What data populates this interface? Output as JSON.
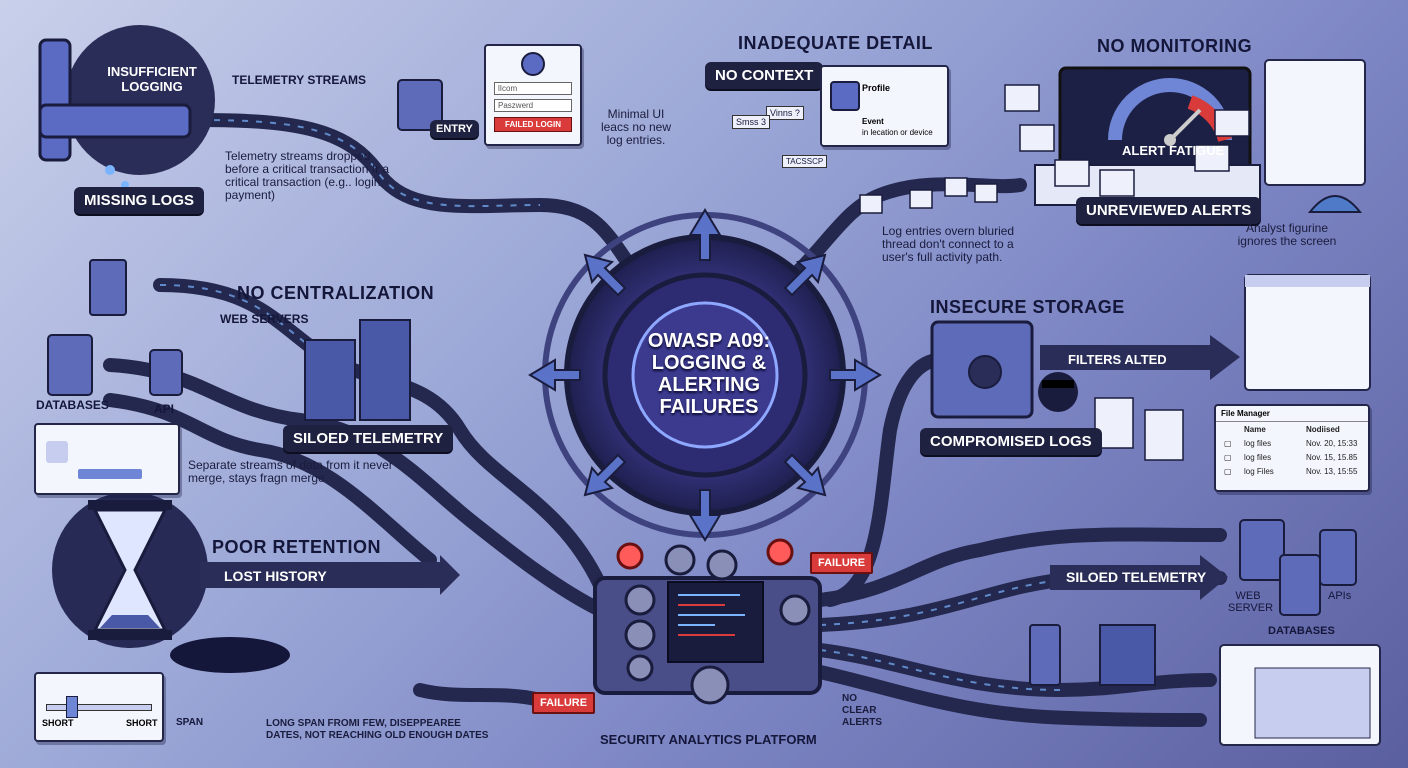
{
  "center": {
    "title": "OWASP A09: LOGGING & ALERTING FAILURES"
  },
  "insufficient": {
    "badge": "INSUFFICIENT LOGGING",
    "streams_label": "TELEMETRY STREAMS",
    "entry_label": "ENTRY",
    "login": {
      "field1": "lIcom",
      "field2": "Paszwerd",
      "button": "FAILED LOGIN"
    },
    "minimal_note": "Minimal UI leacs no new log entries.",
    "dropped_note": "Telemetry streams dropped before a critical transaction fr a critical transaction (e.g.. login, payment)",
    "missing": "MISSING LOGS"
  },
  "detail": {
    "heading": "INADEQUATE DETAIL",
    "context": "NO CONTEXT",
    "profile": "Profile",
    "event": "Event",
    "event_sub": "in lecation or device",
    "bubbles": [
      "Vinns ?",
      "Smss 3",
      "TACSSCP"
    ],
    "note": "Log entries overn bluried thread don't connect to a user's full activity path."
  },
  "monitoring": {
    "heading": "NO MONITORING",
    "gauge": "ALERT FATIGUE",
    "unreviewed": "UNREVIEWED ALERTS",
    "analyst": "Analyst figurine ignores the screen"
  },
  "centralization": {
    "heading": "NO CENTRALIZATION",
    "web": "WEB SERVERS",
    "databases": "DATABASES",
    "api": "API",
    "siloed": "SILOED TELEMETRY",
    "note": "Separate streams of data from it never merge, stays fragn merge"
  },
  "storage": {
    "heading": "INSECURE STORAGE",
    "filters": "FILTERS ALTED",
    "compromised": "COMPROMISED LOGS",
    "file_manager": {
      "title": "File Manager",
      "col_name": "Name",
      "col_mod": "Nodiised",
      "rows": [
        {
          "name": "log files",
          "mod": "Nov. 20, 15:33"
        },
        {
          "name": "log files",
          "mod": "Nov. 15, 15.85"
        },
        {
          "name": "log Files",
          "mod": "Nov. 13, 15:55"
        }
      ]
    }
  },
  "retention": {
    "heading": "POOR RETENTION",
    "lost": "LOST HISTORY",
    "slider_left": "SHORT",
    "slider_right": "SHORT",
    "span": "SPAN",
    "span_note": "LONG SPAN FROMI FEW, DISEPPEAREE DATES, NOT REACHING OLD ENOUGH DATES"
  },
  "platform": {
    "label": "SECURITY ANALYTICS PLATFORM",
    "failure_top": "FAILURE",
    "failure_bottom": "FAILURE",
    "no_alerts": "NO CLEAR ALERTS"
  },
  "right_bottom": {
    "siloed": "SILOED TELEMETRY",
    "web_server": "WEB SERVER",
    "apis": "APIs",
    "databases": "DATABASES"
  },
  "colors": {
    "navy": "#1e2140",
    "accent": "#6f74c8",
    "alert": "#d93a3a",
    "glow": "#7ab4ff"
  }
}
